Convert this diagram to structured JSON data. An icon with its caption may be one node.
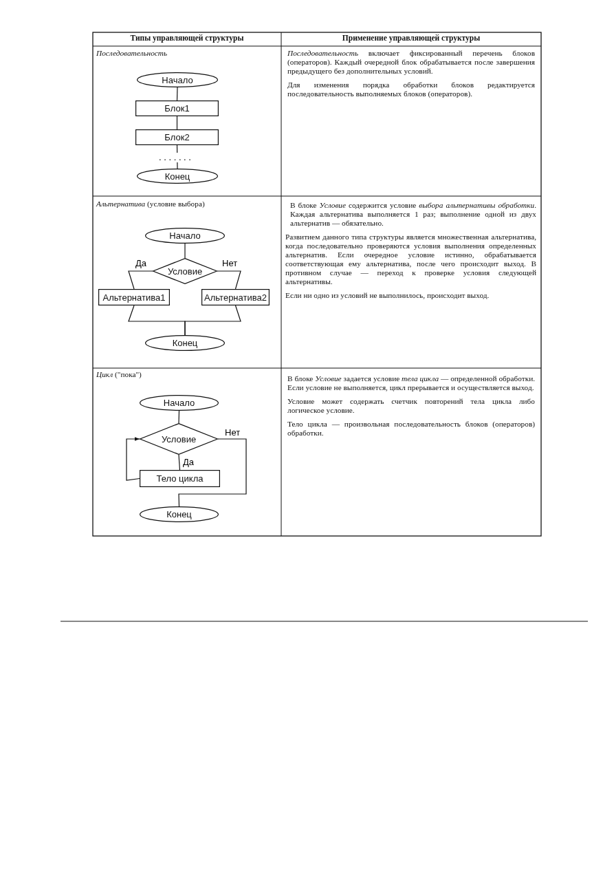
{
  "diagram": {
    "nodes": [
      {
        "text": [
          "Начало"
        ]
      },
      {
        "text": [
          "Блок1"
        ]
      },
      {
        "text": [
          "Блок2"
        ]
      },
      {
        "text": [
          "Конец"
        ]
      },
      {
        "text": [
          "Начало"
        ]
      },
      {
        "text": [
          "Условие"
        ]
      },
      {
        "text": [
          "Альтернатива1"
        ]
      },
      {
        "text": [
          "Альтернатива2"
        ]
      },
      {
        "text": [
          "Конец"
        ]
      },
      {
        "text": [
          "Начало"
        ]
      },
      {
        "text": [
          "Условие"
        ]
      },
      {
        "text": [
          "Тело цикла"
        ]
      },
      {
        "text": [
          "Конец"
        ]
      }
    ],
    "edges": [
      {
        "from": 0,
        "to": 1,
        "arrow": "none"
      },
      {
        "from": 1,
        "to": 2,
        "arrow": "none"
      },
      {
        "from": 2,
        "to": 3,
        "arrow": "none",
        "label": ". . . . . . ."
      },
      {
        "from": 4,
        "to": 5,
        "arrow": "none"
      },
      {
        "from": 5,
        "to": 6,
        "arrow": "none",
        "label": "Да"
      },
      {
        "from": 5,
        "to": 7,
        "arrow": "none",
        "label": "Нет"
      },
      {
        "from": 6,
        "to": 8,
        "arrow": "none"
      },
      {
        "from": 7,
        "to": 8,
        "arrow": "none"
      },
      {
        "from": 9,
        "to": 10,
        "arrow": "none"
      },
      {
        "from": 10,
        "to": 11,
        "arrow": "none",
        "label": "Да"
      },
      {
        "from": 11,
        "to": 10,
        "arrow": "to"
      },
      {
        "from": 10,
        "to": 12,
        "arrow": "none",
        "label": "Нет"
      }
    ],
    "labels": [
      "Типы управляющей структуры",
      "Применение управляющей структуры",
      "Последовательность",
      "*Последовательность* включает фиксированный перечень блоков (операторов). Каждый очередной блок обрабатывается после завершения предыдущего без дополнительных условий.",
      "Для изменения порядка обработки блоков редактируется последовательность выполняемых блоков (операторов).",
      "*Альтернатива* (условие выбора)",
      "В блоке *Условие* содержится условие *выбора альтернативы обработки*. Каждая альтернатива выполняется 1 раз; выполнение одной из двух альтернатив — обязательно.",
      "Развитием данного типа структуры является множественная альтернатива, когда последовательно проверяются условия выполнения определенных альтернатив. Если очередное условие истинно, обрабатывается соответствующая ему альтернатива, после чего происходит выход. В противном случае — переход к проверке условия следующей альтернативы.",
      "Если ни одно из условий не выполнилось, происходит выход.",
      "*Цикл* (\"пока\")",
      "В блоке *Условие* задается условие *тела цикла* — определенной обработки. Если условие не выполняется, цикл прерывается и осуществляется выход.",
      "Условие может содержать счетчик повторений тела цикла либо логическое условие.",
      "Тело цикла — произвольная последовательность блоков (операторов) обработки."
    ]
  }
}
